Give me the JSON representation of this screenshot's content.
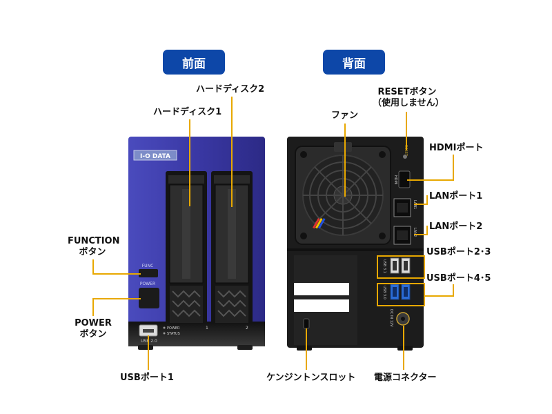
{
  "sections": {
    "front": "前面",
    "back": "背面"
  },
  "front_labels": {
    "hdd2": "ハードディスク2",
    "hdd1": "ハードディスク1",
    "function_line1": "FUNCTION",
    "function_line2": "ボタン",
    "power_line1": "POWER",
    "power_line2": "ボタン",
    "usb1": "USBポート1"
  },
  "back_labels": {
    "reset_line1": "RESETボタン",
    "reset_line2": "（使用しません）",
    "fan": "ファン",
    "hdmi": "HDMIポート",
    "lan1": "LANポート1",
    "lan2": "LANポート2",
    "usb23": "USBポート2･3",
    "usb45": "USBポート4･5",
    "kensington": "ケンジントンスロット",
    "power_connector": "電源コネクター"
  },
  "front_device": {
    "brand": "I-O DATA",
    "func_text": "FUNC",
    "power_text": "POWER",
    "led1": "POWER",
    "led2": "STATUS",
    "usb_text": "USB 2.0",
    "bay1": "1",
    "bay2": "2"
  },
  "back_device": {
    "reset_text": "RESET",
    "hdmi_text": "HDMI",
    "lan1_text": "LAN1",
    "lan2_text": "LAN2",
    "usb31_text": "USB 3.1",
    "usb30_text": "USB 3.0",
    "dc_text": "DC IN 12V"
  },
  "colors": {
    "badge": "#0d47a8",
    "leader_line": "#e8a800",
    "front_panel": "#3b3aa8",
    "device_body": "#1b1b1b"
  }
}
